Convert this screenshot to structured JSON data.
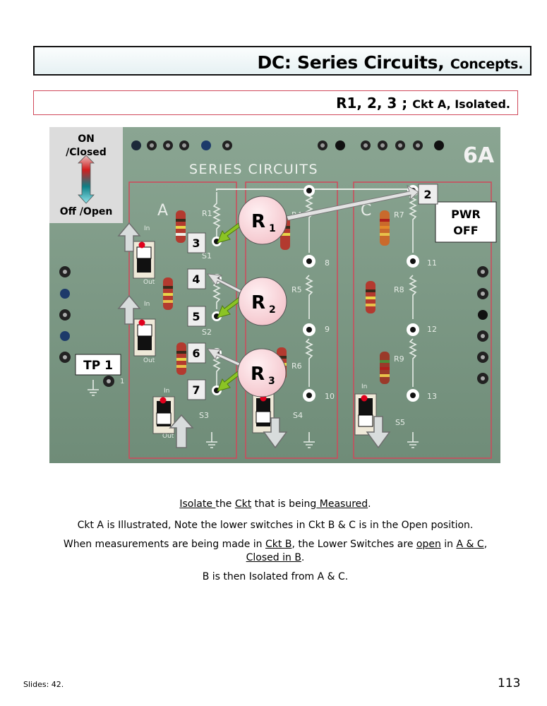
{
  "header": {
    "title_main": "DC:  Series Circuits,",
    "title_small": "Concepts.",
    "subtitle_main": "R1, 2, 3 ;",
    "subtitle_small": "Ckt A, Isolated."
  },
  "board": {
    "board_id": "6A",
    "board_title": "SERIES CIRCUITS",
    "section_a": "A",
    "section_c": "C",
    "on_label": "ON",
    "closed_label": "/Closed",
    "off_label": "Off /Open",
    "pwr": "PWR",
    "off": "OFF",
    "tp1": "TP 1",
    "callout_2": "2",
    "callout_3": "3",
    "callout_4": "4",
    "callout_5": "5",
    "callout_6": "6",
    "callout_7": "7",
    "r1": "R",
    "r1_sub": "1",
    "r2": "R",
    "r2_sub": "2",
    "r3": "R",
    "r3_sub": "3",
    "board_labels": {
      "r1": "R1",
      "r4": "R4",
      "r5": "R5",
      "r6": "R6",
      "r7": "R7",
      "r8": "R8",
      "r9": "R9",
      "s1": "S1",
      "s2": "S2",
      "s3": "S3",
      "s4": "S4",
      "s5": "S5",
      "n8": "8",
      "n9": "9",
      "n10": "10",
      "n11": "11",
      "n12": "12",
      "n13": "13",
      "in": "In",
      "out": "Out",
      "one": "1"
    },
    "colors": {
      "board_green": "#7f9a86",
      "highlight_red": "#d0485a",
      "arrow_green": "#8bc424",
      "bubble_pink": "#f8d3d8"
    }
  },
  "captions": {
    "line1": {
      "a": "Isolate ",
      "b": "the ",
      "c": "Ckt",
      "d": " that is being",
      "e": " Measured",
      "f": "."
    },
    "line2": "Ckt A is Illustrated, Note the lower switches in Ckt B & C is in the Open position.",
    "line3": {
      "a": "When measurements are being made in ",
      "b": "Ckt B",
      "c": ", the Lower Switches are ",
      "d": "open",
      "e": " in ",
      "f": "A & C",
      "g": ","
    },
    "line3b": {
      "a": "Closed in B",
      "b": "."
    },
    "line4": "B is then Isolated from A & C."
  },
  "footer": {
    "slides": "Slides: 42.",
    "page": "113"
  }
}
